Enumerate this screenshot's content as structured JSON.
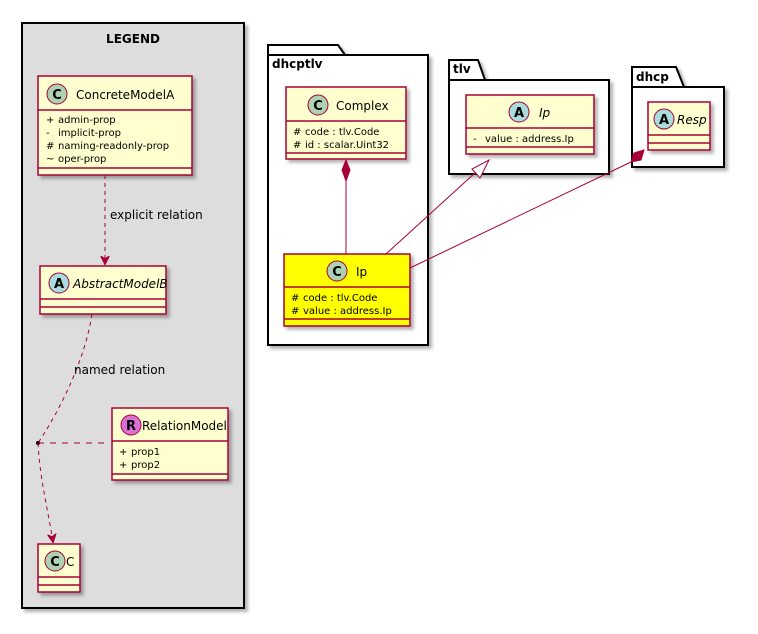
{
  "legend": {
    "title": "LEGEND",
    "concrete": {
      "stereo": "C",
      "name": "ConcreteModelA",
      "members": [
        {
          "vis": "+",
          "text": "admin-prop"
        },
        {
          "vis": "-",
          "text": "implicit-prop"
        },
        {
          "vis": "#",
          "text": "naming-readonly-prop"
        },
        {
          "vis": "~",
          "text": "oper-prop"
        }
      ]
    },
    "abstract": {
      "stereo": "A",
      "name": "AbstractModelB"
    },
    "relation": {
      "stereo": "R",
      "name": "RelationModel",
      "members": [
        {
          "vis": "+",
          "text": "prop1"
        },
        {
          "vis": "+",
          "text": "prop2"
        }
      ]
    },
    "c": {
      "stereo": "C",
      "name": "C"
    },
    "explicit_label": "explicit relation",
    "named_label": "named relation"
  },
  "dhcptlv": {
    "name": "dhcptlv",
    "complex": {
      "stereo": "C",
      "name": "Complex",
      "members": [
        {
          "vis": "#",
          "text": "code : tlv.Code"
        },
        {
          "vis": "#",
          "text": "id : scalar.Uint32"
        }
      ]
    },
    "ip": {
      "stereo": "C",
      "name": "Ip",
      "members": [
        {
          "vis": "#",
          "text": "code : tlv.Code"
        },
        {
          "vis": "#",
          "text": "value : address.Ip"
        }
      ]
    }
  },
  "tlv": {
    "name": "tlv",
    "ip": {
      "stereo": "A",
      "name": "Ip",
      "members": [
        {
          "vis": "-",
          "text": "value : address.Ip"
        }
      ]
    }
  },
  "dhcp": {
    "name": "dhcp",
    "resp": {
      "stereo": "A",
      "name": "Resp"
    }
  },
  "colors": {
    "class_fill": "#FEFECE",
    "class_border": "#A80036",
    "highlight_fill": "#FFFF00",
    "class_circle": "#ADD1B2",
    "abstract_circle": "#A9DCDF",
    "relation_circle": "#DA70D6",
    "legend_bg": "#DDDDDD"
  }
}
